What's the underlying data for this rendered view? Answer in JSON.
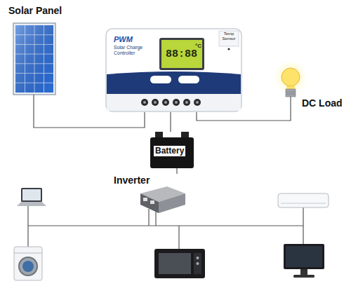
{
  "diagram": {
    "nodes": [
      {
        "text": [
          "Solar Panel"
        ]
      },
      {
        "text": [
          "PWM",
          "Solar Charge Controller",
          "Temp Sensor"
        ]
      },
      {
        "text": [
          "DC Load"
        ]
      },
      {
        "text": [
          "Battery"
        ]
      },
      {
        "text": [
          "Inverter"
        ]
      }
    ],
    "edges": [
      {
        "from": 0,
        "to": 1,
        "arrow": "none"
      },
      {
        "from": 1,
        "to": 2,
        "arrow": "none"
      },
      {
        "from": 1,
        "to": 3,
        "arrow": "none"
      },
      {
        "from": 3,
        "to": 4,
        "arrow": "none"
      }
    ],
    "labels": [
      "88:88",
      "°C"
    ]
  }
}
